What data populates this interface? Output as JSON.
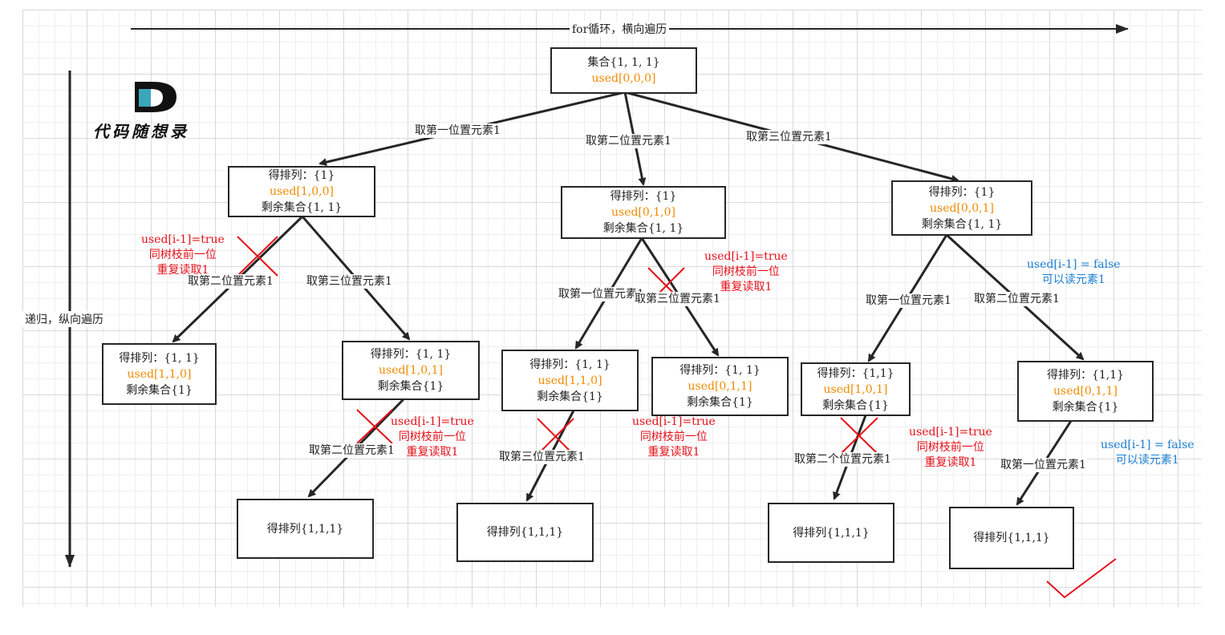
{
  "axes": {
    "horizontal_label": "for循环，横向遍历",
    "vertical_label": "递归，纵向遍历"
  },
  "logo": {
    "text": "代码随想录"
  },
  "nodes": {
    "root": {
      "line1": "集合{1, 1, 1}",
      "used": "used[0,0,0]"
    },
    "a": {
      "line1": "得排列：{1}",
      "used": "used[1,0,0]",
      "line3": "剩余集合{1, 1}"
    },
    "b": {
      "line1": "得排列：{1}",
      "used": "used[0,1,0]",
      "line3": "剩余集合{1, 1}"
    },
    "c": {
      "line1": "得排列：{1}",
      "used": "used[0,0,1]",
      "line3": "剩余集合{1, 1}"
    },
    "a1": {
      "line1": "得排列：{1, 1}",
      "used": "used[1,1,0]",
      "line3": "剩余集合{1}"
    },
    "a2": {
      "line1": "得排列：{1, 1}",
      "used": "used[1,0,1]",
      "line3": "剩余集合{1}"
    },
    "b1": {
      "line1": "得排列：{1, 1}",
      "used": "used[1,1,0]",
      "line3": "剩余集合{1}"
    },
    "b2": {
      "line1": "得排列：{1, 1}",
      "used": "used[0,1,1]",
      "line3": "剩余集合{1}"
    },
    "c1": {
      "line1": "得排列：{1,1}",
      "used": "used[1,0,1]",
      "line3": "剩余集合{1}"
    },
    "c2": {
      "line1": "得排列：{1,1}",
      "used": "used[0,1,1]",
      "line3": "剩余集合{1}"
    },
    "a2x": {
      "line1": "得排列{1,1,1}"
    },
    "b1x": {
      "line1": "得排列{1,1,1}"
    },
    "c1x": {
      "line1": "得排列{1,1,1}"
    },
    "c2x": {
      "line1": "得排列{1,1,1}"
    }
  },
  "edge_labels": {
    "root_a": "取第一位置元素1",
    "root_b": "取第二位置元素1",
    "root_c": "取第三位置元素1",
    "a_a1": "取第二位置元素1",
    "a_a2": "取第三位置元素1",
    "b_b1": "取第一位置元素1",
    "b_b2": "取第三位置元素1",
    "c_c1": "取第一位置元素1",
    "c_c2": "取第二位置元素1",
    "a2_x": "取第二位置元素1",
    "b1_x": "取第三位置元素1",
    "c1_x": "取第二个位置元素1",
    "c2_x": "取第一位置元素1"
  },
  "notes": {
    "prune": [
      "used[i-1]=true",
      "同树枝前一位",
      "重复读取1"
    ],
    "ok": [
      "used[i-1] = false",
      "可以读元素1"
    ]
  },
  "colors": {
    "used": "#f08a00",
    "prune": "#e5111a",
    "ok": "#1a7fd4",
    "line": "#262626"
  }
}
